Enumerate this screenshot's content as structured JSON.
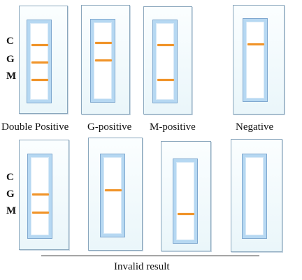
{
  "row_labels": {
    "top": [
      "C",
      "G",
      "M"
    ],
    "bottom": [
      "C",
      "G",
      "M"
    ]
  },
  "captions": {
    "double_positive": "Double Positive",
    "g_positive": "G-positive",
    "m_positive": "M-positive",
    "negative": "Negative",
    "invalid": "Invalid result"
  },
  "colors": {
    "band": "#f0942a",
    "well_border": "#b6d8f2",
    "card_border": "#8aa7bd"
  }
}
